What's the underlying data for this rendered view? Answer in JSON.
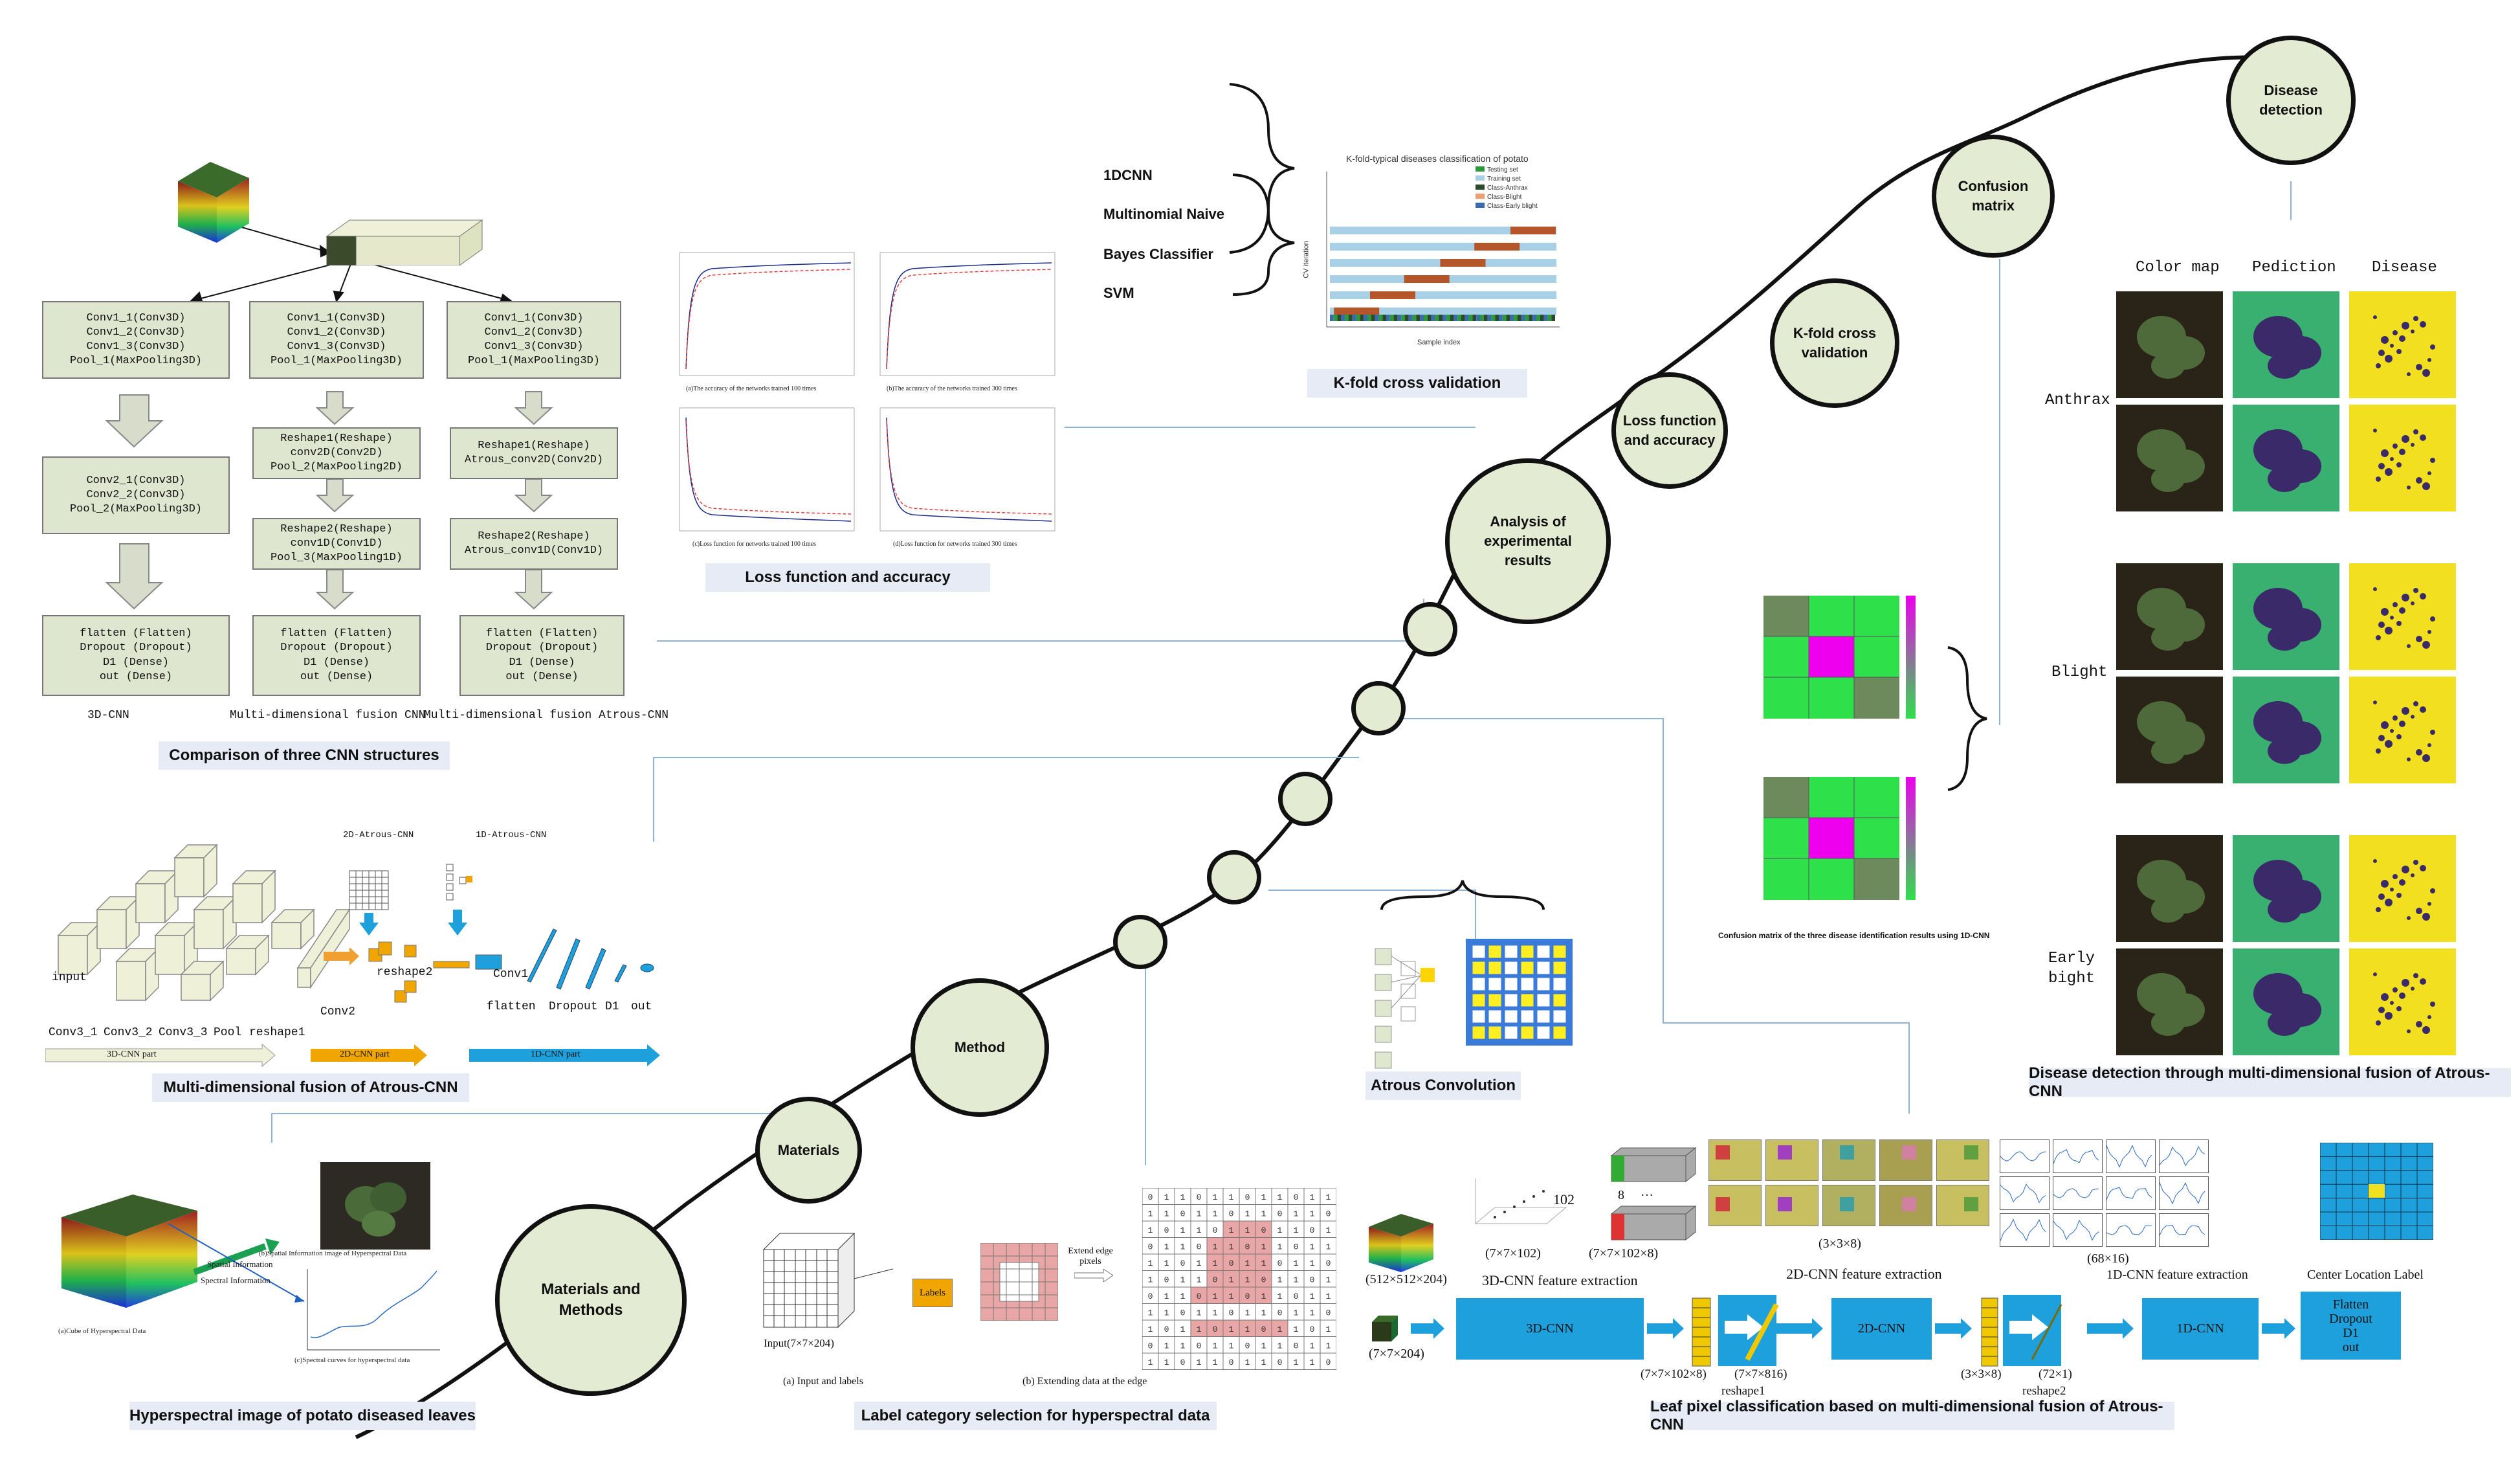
{
  "nodes": {
    "materials_methods": "Materials and\nMethods",
    "materials": "Materials",
    "method": "Method",
    "analysis": "Analysis of\nexperimental\nresults",
    "loss": "Loss function\nand accuracy",
    "kfold": "K-fold cross\nvalidation",
    "confusion": "Confusion\nmatrix",
    "disease": "Disease\ndetection"
  },
  "captions": {
    "comparison": "Comparison of three CNN structures",
    "multidim": "Multi-dimensional fusion of Atrous-CNN",
    "hyperspectral": "Hyperspectral image of potato diseased leaves",
    "label_category": "Label category selection for hyperspectral data",
    "atrous": "Atrous Convolution",
    "leaf_pixel": "Leaf pixel classification based on multi-dimensional fusion of Atrous-CNN",
    "loss_acc": "Loss function and accuracy",
    "kfold": "K-fold cross validation",
    "disease_detect": "Disease detection through multi-dimensional fusion of Atrous-CNN",
    "confusion_caption": "Confusion matrix of the three disease identification results using 1D-CNN"
  },
  "cnn_structures": {
    "col1": {
      "box1": [
        "Conv1_1(Conv3D)",
        "Conv1_2(Conv3D)",
        "Conv1_3(Conv3D)",
        "Pool_1(MaxPooling3D)"
      ],
      "box2": [
        "Conv2_1(Conv3D)",
        "Conv2_2(Conv3D)",
        "Pool_2(MaxPooling3D)"
      ],
      "box3": [
        "flatten (Flatten)",
        "Dropout (Dropout)",
        "D1 (Dense)",
        "out (Dense)"
      ],
      "label": "3D-CNN"
    },
    "col2": {
      "box1": [
        "Conv1_1(Conv3D)",
        "Conv1_2(Conv3D)",
        "Conv1_3(Conv3D)",
        "Pool_1(MaxPooling3D)"
      ],
      "box2": [
        "Reshape1(Reshape)",
        "conv2D(Conv2D)",
        "Pool_2(MaxPooling2D)"
      ],
      "box2b": [
        "Reshape2(Reshape)",
        "conv1D(Conv1D)",
        "Pool_3(MaxPooling1D)"
      ],
      "box3": [
        "flatten (Flatten)",
        "Dropout (Dropout)",
        "D1 (Dense)",
        "out (Dense)"
      ],
      "label": "Multi-dimensional fusion CNN"
    },
    "col3": {
      "box1": [
        "Conv1_1(Conv3D)",
        "Conv1_2(Conv3D)",
        "Conv1_3(Conv3D)",
        "Pool_1(MaxPooling3D)"
      ],
      "box2": [
        "Reshape1(Reshape)",
        "Atrous_conv2D(Conv2D)"
      ],
      "box2b": [
        "Reshape2(Reshape)",
        "Atrous_conv1D(Conv1D)"
      ],
      "box3": [
        "flatten (Flatten)",
        "Dropout (Dropout)",
        "D1 (Dense)",
        "out (Dense)"
      ],
      "label": "Multi-dimensional fusion Atrous-CNN"
    }
  },
  "multidim": {
    "labels": [
      "input",
      "Conv3_1",
      "Conv3_2",
      "Conv3_3",
      "Pool",
      "reshape1",
      "Conv2",
      "reshape2",
      "Conv1",
      "flatten",
      "Dropout",
      "D1",
      "out",
      "2D-Atrous-CNN",
      "1D-Atrous-CNN"
    ],
    "parts": [
      "3D-CNN part",
      "2D-CNN part",
      "1D-CNN part"
    ]
  },
  "classifiers": [
    "1DCNN",
    "Multinomial Naive",
    "Bayes Classifier",
    "SVM"
  ],
  "kfold_chart": {
    "title": "K-fold-typical diseases classification of potato",
    "legend": [
      "Testing set",
      "Training set",
      "Class-Anthrax",
      "Class-Blight",
      "Class-Early blight"
    ],
    "xlabel": "Sample index",
    "ylabel": "CV iteration"
  },
  "loss_panels": [
    "(a)The accuracy of the networks trained 100 times",
    "(b)The accuracy of the networks trained 300 times",
    "(c)Loss function for networks trained 100 times",
    "(d)Loss function for networks trained 300 times"
  ],
  "disease": {
    "headers": [
      "Color map",
      "Pediction",
      "Disease"
    ],
    "rows": [
      "Anthrax",
      "Blight",
      "Early\nbight"
    ]
  },
  "hyper": {
    "spatial": "Spatial Information",
    "spectral": "Spectral Information",
    "a": "(a)Cube of Hyperspectral Data",
    "b": "(b)Spatial Information image of Hyperspectral Data",
    "c": "(c)Spectral curves for hyperspectral data"
  },
  "label_sel": {
    "input": "Input(7×7×204)",
    "labels": "Labels",
    "extend": "Extend edge pixels",
    "a": "(a) Input and labels",
    "b": "(b) Extending data at the edge"
  },
  "leaf": {
    "dims_512": "(512×512×204)",
    "dims_7x7x204": "(7×7×204)",
    "dims_7x7x102": "(7×7×102)",
    "dims_7x7x102x8": "(7×7×102×8)",
    "dims_3x3x8": "(3×3×8)",
    "dims_68x16": "(68×16)",
    "dims_7x7x816": "(7×7×816)",
    "dims_72x1": "(72×1)",
    "n102": "102",
    "n8": "8",
    "ellipsis": "…",
    "feat3d": "3D-CNN feature extraction",
    "feat2d": "2D-CNN feature extraction",
    "feat1d": "1D-CNN feature extraction",
    "center": "Center Location Label",
    "b3d": "3D-CNN",
    "b2d": "2D-CNN",
    "b1d": "1D-CNN",
    "reshape1": "reshape1",
    "reshape2": "reshape2",
    "output": [
      "Flatten",
      "Dropout",
      "D1",
      "out"
    ]
  }
}
